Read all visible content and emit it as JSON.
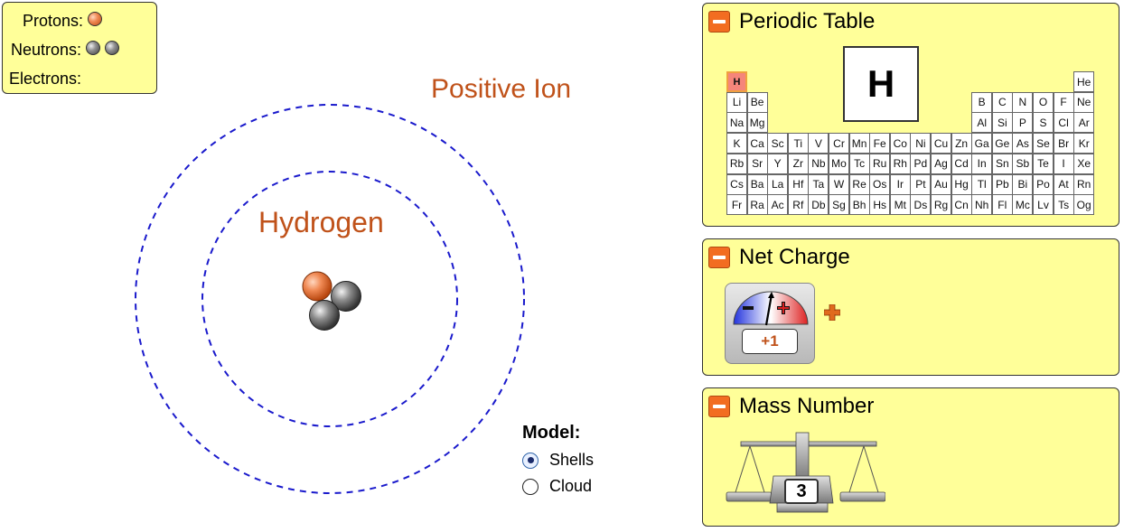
{
  "legend": {
    "protons_label": "Protons:",
    "neutrons_label": "Neutrons:",
    "electrons_label": "Electrons:",
    "proton_count": 1,
    "neutron_count": 2,
    "electron_count": 0
  },
  "atom": {
    "ion_label": "Positive Ion",
    "element_name": "Hydrogen",
    "label_color": "#c0521a",
    "shell_color": "#1a1acc"
  },
  "model": {
    "title": "Model:",
    "options": [
      {
        "label": "Shells",
        "selected": true
      },
      {
        "label": "Cloud",
        "selected": false
      }
    ]
  },
  "periodic_table": {
    "title": "Periodic Table",
    "selected_symbol": "H",
    "rows": [
      [
        "H",
        "",
        "",
        "",
        "",
        "",
        "",
        "",
        "",
        "",
        "",
        "",
        "",
        "",
        "",
        "",
        "",
        "He"
      ],
      [
        "Li",
        "Be",
        "",
        "",
        "",
        "",
        "",
        "",
        "",
        "",
        "",
        "",
        "B",
        "C",
        "N",
        "O",
        "F",
        "Ne"
      ],
      [
        "Na",
        "Mg",
        "",
        "",
        "",
        "",
        "",
        "",
        "",
        "",
        "",
        "",
        "Al",
        "Si",
        "P",
        "S",
        "Cl",
        "Ar"
      ],
      [
        "K",
        "Ca",
        "Sc",
        "Ti",
        "V",
        "Cr",
        "Mn",
        "Fe",
        "Co",
        "Ni",
        "Cu",
        "Zn",
        "Ga",
        "Ge",
        "As",
        "Se",
        "Br",
        "Kr"
      ],
      [
        "Rb",
        "Sr",
        "Y",
        "Zr",
        "Nb",
        "Mo",
        "Tc",
        "Ru",
        "Rh",
        "Pd",
        "Ag",
        "Cd",
        "In",
        "Sn",
        "Sb",
        "Te",
        "I",
        "Xe"
      ],
      [
        "Cs",
        "Ba",
        "La",
        "Hf",
        "Ta",
        "W",
        "Re",
        "Os",
        "Ir",
        "Pt",
        "Au",
        "Hg",
        "Tl",
        "Pb",
        "Bi",
        "Po",
        "At",
        "Rn"
      ],
      [
        "Fr",
        "Ra",
        "Ac",
        "Rf",
        "Db",
        "Sg",
        "Bh",
        "Hs",
        "Mt",
        "Ds",
        "Rg",
        "Cn",
        "Nh",
        "Fl",
        "Mc",
        "Lv",
        "Ts",
        "Og"
      ]
    ]
  },
  "net_charge": {
    "title": "Net Charge",
    "value": "+1",
    "sign_icon": "plus-icon",
    "accent": "#c0521a"
  },
  "mass_number": {
    "title": "Mass Number",
    "value": "3",
    "icon": "balance-scale-icon"
  }
}
